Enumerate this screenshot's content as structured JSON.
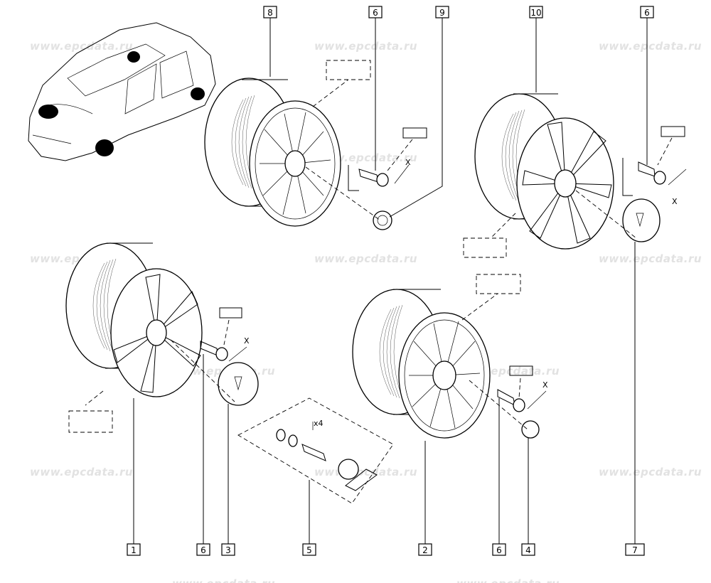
{
  "watermark": "www.epcdata.ru",
  "callouts": [
    {
      "id": "c1",
      "label": "1"
    },
    {
      "id": "c2",
      "label": "2"
    },
    {
      "id": "c3",
      "label": "3"
    },
    {
      "id": "c4",
      "label": "4"
    },
    {
      "id": "c5",
      "label": "5"
    },
    {
      "id": "c6a",
      "label": "6"
    },
    {
      "id": "c6b",
      "label": "6"
    },
    {
      "id": "c6c",
      "label": "6"
    },
    {
      "id": "c6d",
      "label": "6"
    },
    {
      "id": "c7",
      "label": "7"
    },
    {
      "id": "c8",
      "label": "8"
    },
    {
      "id": "c9",
      "label": "9"
    },
    {
      "id": "c10",
      "label": "10"
    }
  ],
  "annotations": {
    "x_mark": "X",
    "quantity": "x4"
  }
}
